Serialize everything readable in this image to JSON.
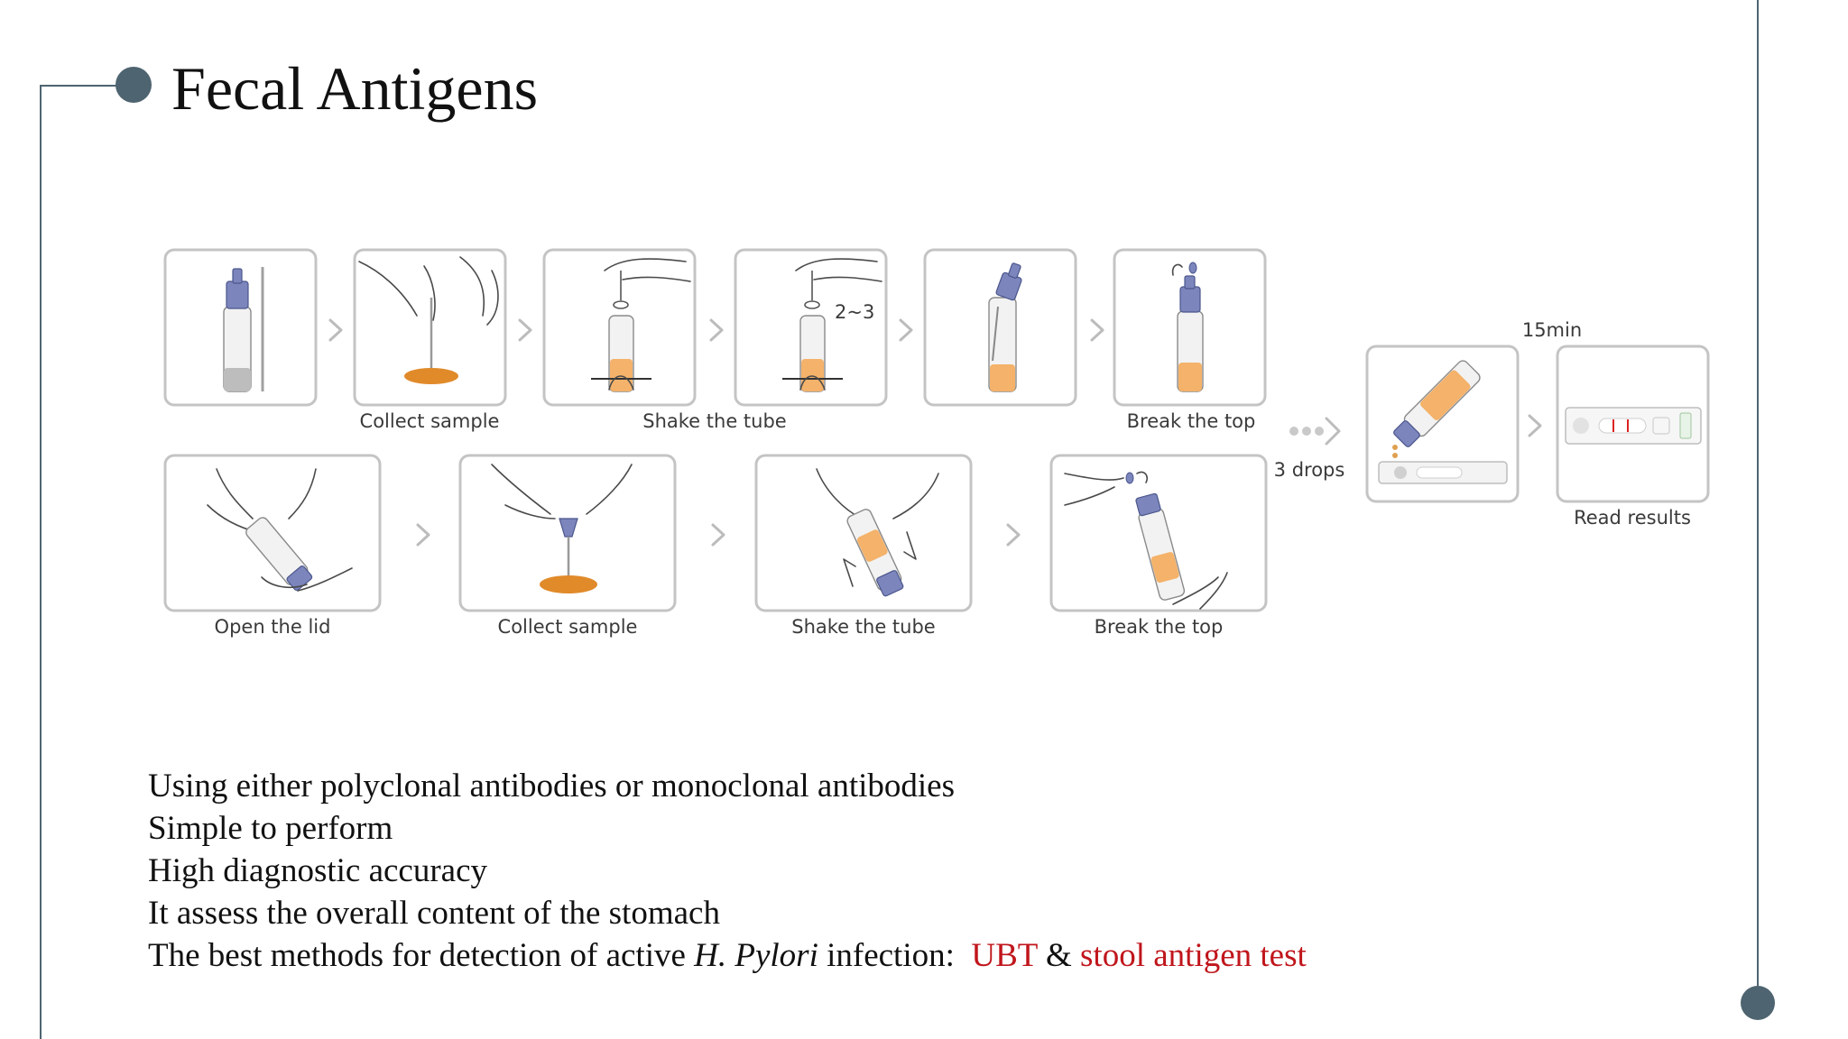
{
  "title": "Fecal Antigens",
  "diagram": {
    "top_labels": [
      "Collect sample",
      "Shake the tube",
      "Break the top"
    ],
    "bottom_labels": [
      "Open the lid",
      "Collect sample",
      "Shake the tube",
      "Break the top"
    ],
    "step_count": "2~3",
    "drops_label": "3 drops",
    "timer_label": "15min",
    "read_label": "Read results"
  },
  "bullets": {
    "line1": "Using either polyclonal antibodies or monoclonal antibodies",
    "line2": "Simple to perform",
    "line3": "High diagnostic accuracy",
    "line4": "It assess the overall content of the stomach",
    "line5_prefix": "The best methods for detection of active ",
    "line5_italic": "H. Pylori",
    "line5_mid": " infection:  ",
    "line5_red1": "UBT",
    "line5_amp": " & ",
    "line5_red2": "stool antigen test"
  },
  "colors": {
    "accent": "#4e6470",
    "highlight": "#c0161c",
    "sample": "#e08a2a"
  }
}
